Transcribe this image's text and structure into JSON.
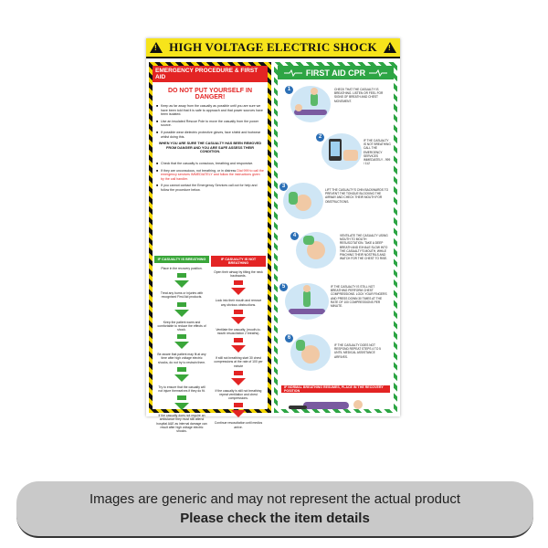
{
  "poster": {
    "title": "HIGH VOLTAGE ELECTRIC SHOCK",
    "left": {
      "header": "EMERGENCY PROCEDURE & FIRST AID",
      "danger": "DO NOT PUT YOURSELF IN DANGER!",
      "bullets": [
        "Keep as far away from the casualty as possible until you are sure we have been told that it is safe to approach and that power sources have been isolated.",
        "Use an insulated Rescue Pole to move the casualty from the power source.",
        "If possible wear dielectric protective gloves, face shield and footwear whilst doing this."
      ],
      "mid_note": "WHEN YOU ARE SURE THE CASUALTY HAS BEEN REMOVED FROM DANGER AND YOU ARE SAFE ASSESS THEIR CONDITION.",
      "bullets2": [
        "Check that the casualty is conscious, breathing and responsive.",
        "If they are unconscious, not breathing, or in distress",
        "If you cannot contact the Emergency Services call out for help and follow the procedure below."
      ],
      "red_phrase": "Dial 999 to call the emergency services IMMEDIATELY and follow the instructions given by the call handler.",
      "col_breathing": {
        "head": "IF CASUALTY IS BREATHING",
        "steps": [
          "Place in the recovery position.",
          "Treat any burns or injuries with recognised First Aid products.",
          "Keep the patient warm and comfortable to reduce the effects of shock.",
          "Be aware that patient may fit at any time after high voltage electric shocks, do not try to restrain them.",
          "Try to ensure that the casualty will not injure themselves if they do fit.",
          "If the casualty does not require an ambulance they must still attend hospital A&E as internal damage can result after high voltage electric shocks."
        ]
      },
      "col_not_breathing": {
        "head": "IF CASUALTY IS NOT BREATHING",
        "steps": [
          "Open their airway by tilting the neck backwards.",
          "Look into their mouth and remove any obvious obstructions.",
          "Ventilate the casualty. (mouth-to-mouth resuscitation 2 breaths).",
          "If still not breathing start 30 chest compressions at the rate of 100 per minute",
          "If the casualty is still not breathing repeat ventilation and chest compressions.",
          "Continue resuscitation until medics arrive."
        ]
      }
    },
    "right": {
      "header": "FIRST AID CPR",
      "steps": [
        {
          "num": "1",
          "text": "CHECK THAT THE CASUALTY IS BREATHING. LISTEN OR FEEL FOR SIGNS OF BREATH AND CHEST MOVEMENT."
        },
        {
          "num": "2",
          "text": "IF THE CASUALTY IS NOT BREATHING CALL THE EMERGENCY SERVICES IMMEDIATELY - 999 / 112"
        },
        {
          "num": "3",
          "text": "LIFT THE CASUALTY'S CHIN BACKWARDS TO PREVENT THE TONGUE BLOCKING THE AIRWAY AND CHECK THEIR MOUTH FOR OBSTRUCTIONS."
        },
        {
          "num": "4",
          "text": "VENTILATE THE CASUALTY USING MOUTH TO MOUTH RESUSCITATION. TAKE A DEEP BREATH AND EXHALE SLOW INTO THE CASUALTY'S MOUTH, WHILE PINCHING THEIR NOSTRILS AND WATCH FOR THE CHEST TO RISE."
        },
        {
          "num": "5",
          "text": "IF THE CASUALTY IS STILL NOT BREATHING PERFORM CHEST COMPRESSIONS. LOCK YOUR FINGERS AND PRESS DOWN 30 TIMES AT THE RATE OF 100 COMPRESSIONS PER MINUTE."
        },
        {
          "num": "6",
          "text": "IF THE CASUALTY DOES NOT RESPOND REPEAT STEPS 4 TO 5 UNTIL MEDICAL ASSISTANCE ARRIVES."
        }
      ],
      "recovery": "IF NORMAL BREATHING RESUMES, PLACE IN THE RECOVERY POSITION"
    }
  },
  "disclaimer": {
    "line1": "Images are generic and may not represent the actual product",
    "line2": "Please check the item details"
  }
}
